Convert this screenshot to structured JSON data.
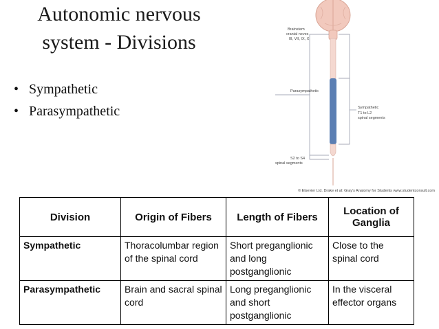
{
  "slide": {
    "title_line1": "Autonomic nervous",
    "title_line2": "system - Divisions",
    "bullets": [
      "Sympathetic",
      "Parasympathetic"
    ]
  },
  "figure": {
    "labels": {
      "brainstem_l1": "Brainstem",
      "brainstem_l2": "cranial neves",
      "brainstem_l3": "III, VII, IX, X",
      "parasympathetic": "Parasympathetic",
      "sympathetic": "Sympathetic",
      "sympathetic_l2": "T1 to L2",
      "sympathetic_l3": "spinal segments",
      "sacral_l1": "S2 to S4",
      "sacral_l2": "spinal segments"
    },
    "copyright": "© Elsevier Ltd. Drake et al: Gray's Anatomy for Students www.studentconsult.com",
    "colors": {
      "brain": "#f2c9bd",
      "cord": "#f4d8d0",
      "sympathetic": "#5b7fb3",
      "leader": "#8a8fa0"
    }
  },
  "table": {
    "headers": [
      "Division",
      "Origin of Fibers",
      "Length of Fibers",
      "Location of Ganglia"
    ],
    "rows": [
      [
        "Sympathetic",
        "Thoracolumbar region of the spinal cord",
        "Short preganglionic and long postganglionic",
        "Close to the spinal cord"
      ],
      [
        "Parasympathetic",
        "Brain and sacral spinal cord",
        "Long preganglionic and short postganglionic",
        "In the visceral effector organs"
      ]
    ]
  }
}
